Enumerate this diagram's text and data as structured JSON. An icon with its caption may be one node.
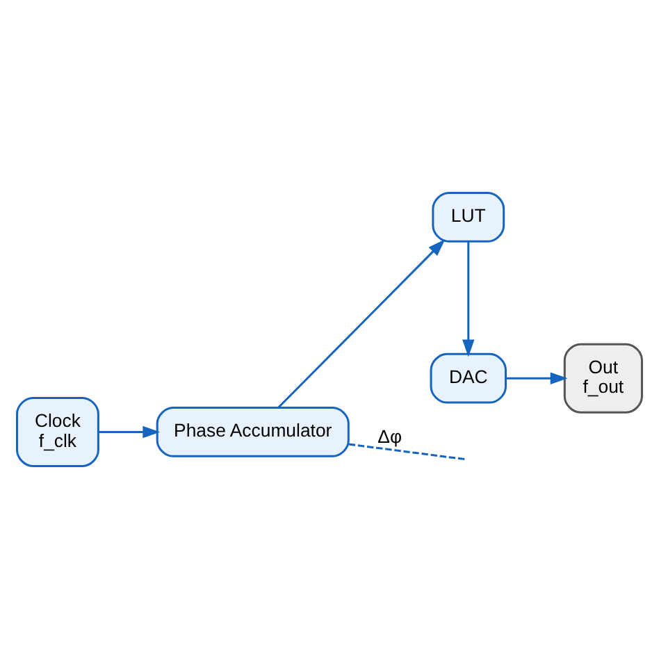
{
  "diagram": {
    "nodes": [
      {
        "text": [
          "Clock",
          "f_clk"
        ]
      },
      {
        "text": [
          "Phase Accumulator"
        ]
      },
      {
        "text": [
          "LUT"
        ]
      },
      {
        "text": [
          "DAC"
        ]
      },
      {
        "text": [
          "Out",
          "f_out"
        ]
      }
    ],
    "edges": [
      {
        "from": 0,
        "to": 1,
        "arrow": "to"
      },
      {
        "from": 1,
        "to": 2,
        "arrow": "to"
      },
      {
        "from": 2,
        "to": 3,
        "arrow": "to"
      },
      {
        "from": 3,
        "to": 4,
        "arrow": "to"
      },
      {
        "from": 1,
        "to": null,
        "arrow": "none",
        "style": "dashed",
        "label": "Δφ"
      }
    ]
  }
}
